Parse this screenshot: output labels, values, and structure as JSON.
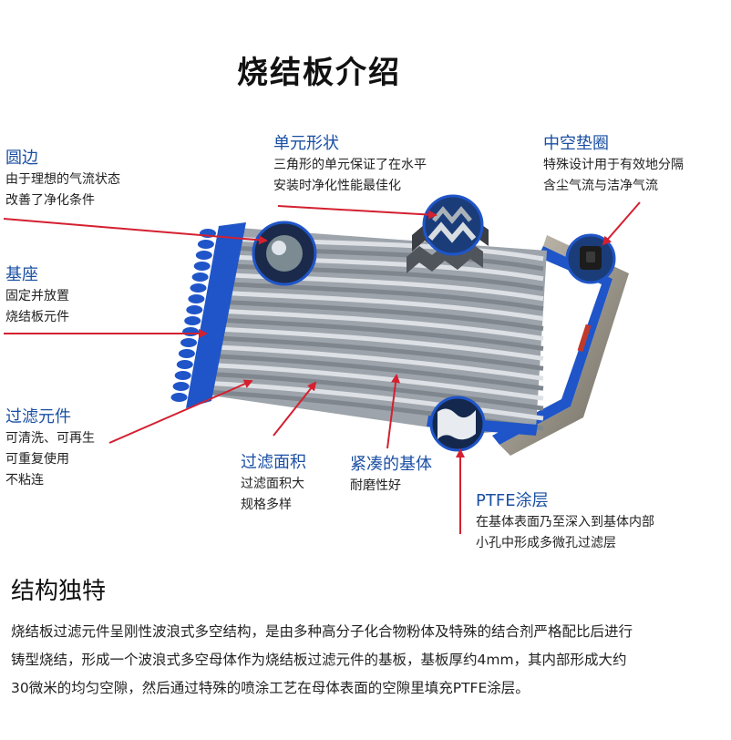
{
  "title": "烧结板介绍",
  "labels": {
    "edge": {
      "title": "圆边",
      "lines": [
        "由于理想的气流状态",
        "改善了净化条件"
      ]
    },
    "cell": {
      "title": "单元形状",
      "lines": [
        "三角形的单元保证了在水平",
        "安装时净化性能最佳化"
      ]
    },
    "gasket": {
      "title": "中空垫圈",
      "lines": [
        "特殊设计用于有效地分隔",
        "含尘气流与洁净气流"
      ]
    },
    "base": {
      "title": "基座",
      "lines": [
        "固定并放置",
        "烧结板元件"
      ]
    },
    "filter": {
      "title": "过滤元件",
      "lines": [
        "可清洗、可再生",
        "可重复使用",
        "不粘连"
      ]
    },
    "area": {
      "title": "过滤面积",
      "lines": [
        "过滤面积大",
        "规格多样"
      ]
    },
    "matrix": {
      "title": "紧凑的基体",
      "lines": [
        "耐磨性好"
      ]
    },
    "ptfe": {
      "title": "PTFE涂层",
      "lines": [
        "在基体表面乃至深入到基体内部",
        "小孔中形成多微孔过滤层"
      ]
    }
  },
  "section": {
    "title": "结构独特",
    "paragraph": [
      "烧结板过滤元件呈刚性波浪式多空结构，是由多种高分子化合物粉体及特殊的结合剂严格配比后进行",
      "铸型烧结，形成一个波浪式多空母体作为烧结板过滤元件的基板，基板厚约4mm，其内部形成大约",
      "30微米的均匀空隙，然后通过特殊的喷涂工艺在母体表面的空隙里填充PTFE涂层。"
    ]
  },
  "colors": {
    "heading": "#1a4fa3",
    "arrow": "#d42030",
    "base_blue": "#1f55c8",
    "frame": "#8a8478"
  }
}
